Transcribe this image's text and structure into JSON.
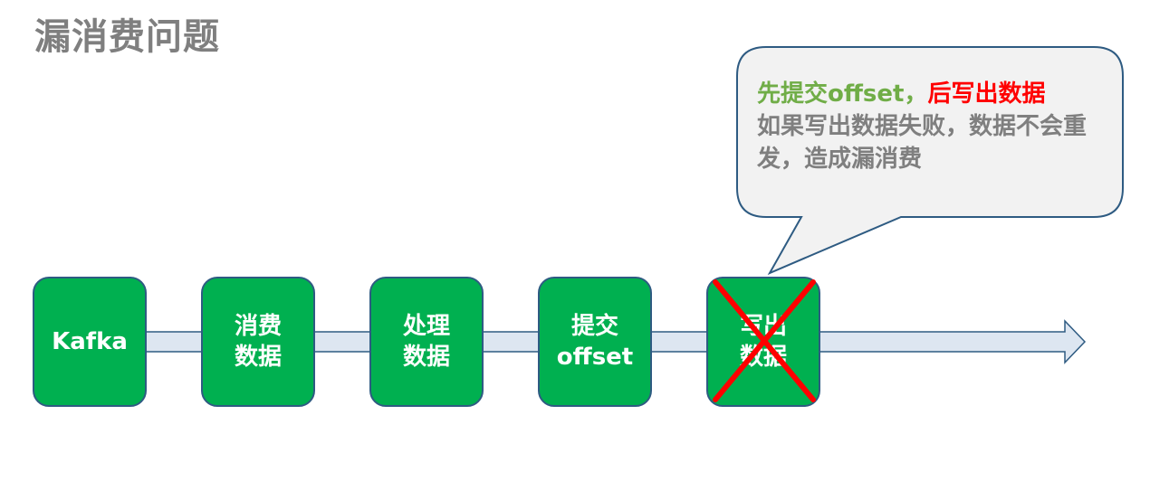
{
  "title": "漏消费问题",
  "callout": {
    "part_green": "先提交offset，",
    "part_red": "后写出数据",
    "body": "如果写出数据失败，数据不会重发，造成漏消费"
  },
  "steps": [
    {
      "label": "Kafka"
    },
    {
      "label": "消费\n数据"
    },
    {
      "label": "处理\n数据"
    },
    {
      "label": "提交\noffset"
    },
    {
      "label": "写出\n数据",
      "crossed": true
    }
  ],
  "colors": {
    "box_fill": "#00b050",
    "box_border": "#2e5b82",
    "arrow_fill": "#dde6f1",
    "cross": "#ff0000",
    "callout_fill": "#f2f2f2",
    "callout_border": "#2e5b82"
  }
}
